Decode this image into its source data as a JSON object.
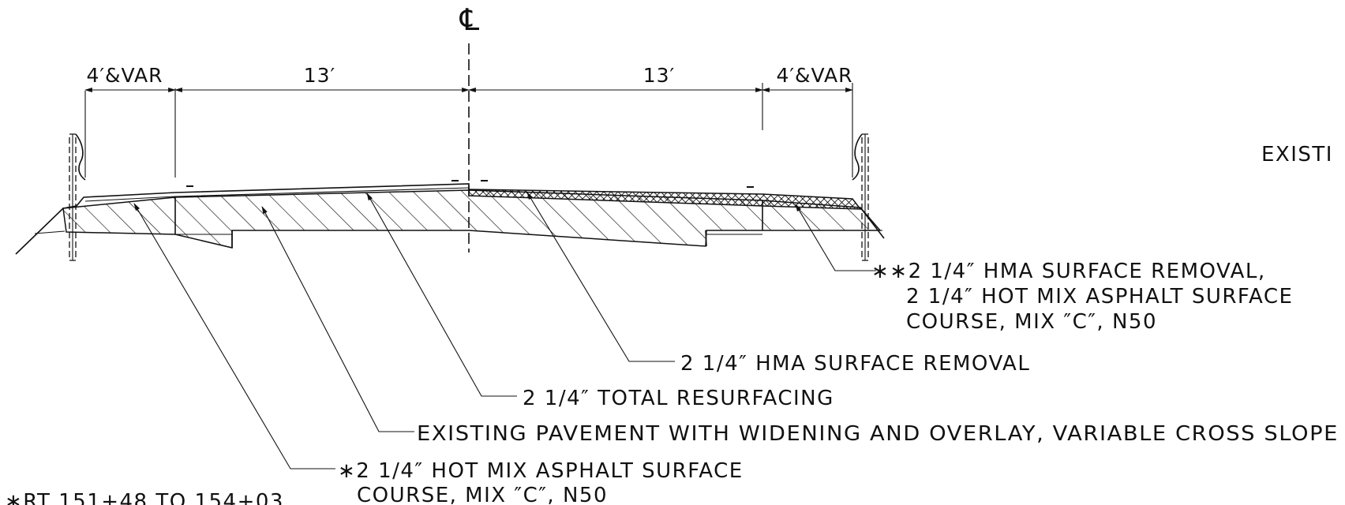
{
  "centerline": {
    "symbol": "℄"
  },
  "dimensions": {
    "left_shoulder": "4′&VAR",
    "left_lane": "13′",
    "right_lane": "13′",
    "right_shoulder": "4′&VAR"
  },
  "callouts": {
    "surface_removal_right_l1": "∗∗2 1/4″ HMA SURFACE REMOVAL,",
    "surface_removal_right_l2": "2 1/4″ HOT MIX ASPHALT SURFACE",
    "surface_removal_right_l3": "COURSE, MIX ″C″, N50",
    "hma_removal": "2 1/4″ HMA SURFACE REMOVAL",
    "total_resurfacing": "2 1/4″ TOTAL RESURFACING",
    "existing_pavement": "EXISTING PAVEMENT WITH WIDENING AND OVERLAY, VARIABLE CROSS SLOPE",
    "hot_mix_left_l1": "∗2 1/4″ HOT MIX ASPHALT SURFACE",
    "hot_mix_left_l2": "COURSE, MIX ″C″, N50"
  },
  "notes": {
    "existing_cut": "EXISTI",
    "station_note": "∗RT 151+48 TO 154+03"
  }
}
